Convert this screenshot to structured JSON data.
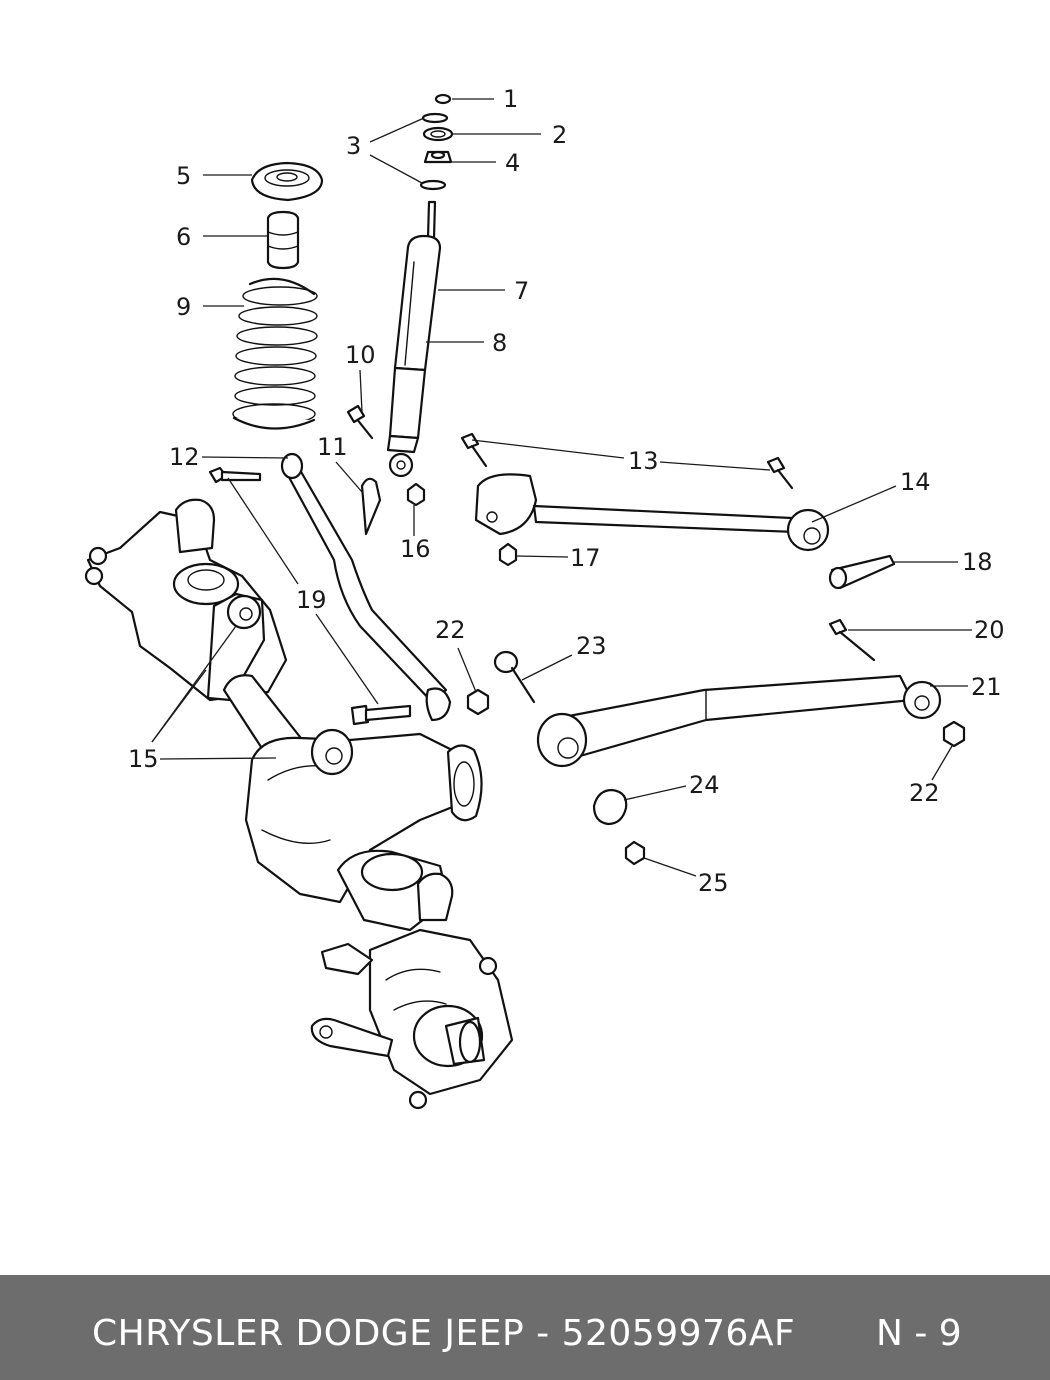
{
  "callouts": {
    "c1": "1",
    "c2": "2",
    "c3": "3",
    "c4": "4",
    "c5": "5",
    "c6": "6",
    "c7": "7",
    "c8": "8",
    "c9": "9",
    "c10": "10",
    "c11": "11",
    "c12": "12",
    "c13": "13",
    "c14": "14",
    "c15": "15",
    "c16": "16",
    "c17": "17",
    "c18": "18",
    "c19": "19",
    "c20": "20",
    "c21": "21",
    "c22a": "22",
    "c22b": "22",
    "c23": "23",
    "c24": "24",
    "c25": "25"
  },
  "footer": {
    "title": "CHRYSLER DODGE JEEP - 52059976AF",
    "page": "N - 9",
    "background": "#6d6d6d"
  }
}
